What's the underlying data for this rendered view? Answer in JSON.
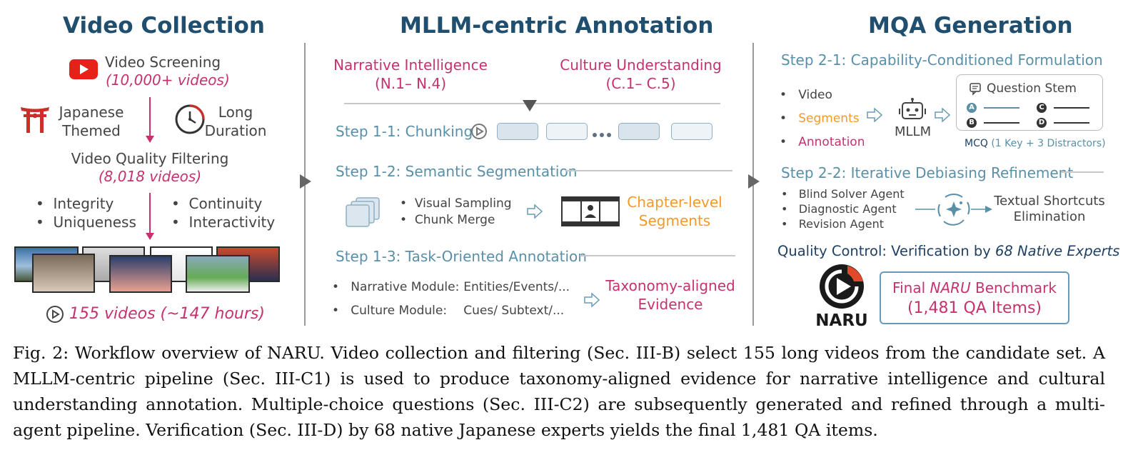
{
  "sections": {
    "video_collection": {
      "title": "Video Collection",
      "screening_label": "Video Screening",
      "screening_count": "(10,000+ videos)",
      "japanese_label": "Japanese Themed",
      "duration_label": "Long Duration",
      "filtering_label": "Video Quality Filtering",
      "filtering_count": "(8,018 videos)",
      "criteria_left": [
        "Integrity",
        "Uniqueness"
      ],
      "criteria_right": [
        "Continuity",
        "Interactivity"
      ],
      "final_count": "155 videos (~147 hours)"
    },
    "annotation": {
      "title": "MLLM-centric Annotation",
      "narrative_label": "Narrative Intelligence",
      "narrative_range": "(N.1– N.4)",
      "culture_label": "Culture Understanding",
      "culture_range": "(C.1– C.5)",
      "step1_label": "Step 1-1: Chunking",
      "step2_label": "Step 1-2: Semantic Segmentation",
      "step2_items": [
        "Visual Sampling",
        "Chunk Merge"
      ],
      "step2_output": "Chapter-level Segments",
      "step3_label": "Step 1-3:  Task-Oriented Annotation",
      "step3_rows": [
        {
          "module": "Narrative Module:",
          "value": "Entities/Events/..."
        },
        {
          "module": "Culture Module:",
          "value": "Cues/ Subtext/..."
        }
      ],
      "step3_output": "Taxonomy-aligned Evidence"
    },
    "mqa": {
      "title": "MQA Generation",
      "step1_label": "Step 2-1: Capability-Conditioned Formulation",
      "inputs": [
        "Video",
        "Segments",
        "Annotation"
      ],
      "mllm_label": "MLLM",
      "question_stem": "Question Stem",
      "options": [
        "A",
        "C",
        "B",
        "D"
      ],
      "mcq_prefix": "MCQ",
      "mcq_detail": "(1 Key + 3 Distractors)",
      "step2_label": "Step 2-2:  Iterative Debiasing Refinement",
      "agents": [
        "Blind Solver Agent",
        "Diagnostic Agent",
        "Revision Agent"
      ],
      "agents_output": "Textual Shortcuts Elimination",
      "qc_prefix": "Quality Control: Verification by ",
      "qc_experts": "68 Native Experts",
      "logo_text": "NARU",
      "final_line1_pre": "Final ",
      "final_line1_em": "NARU",
      "final_line1_post": " Benchmark",
      "final_line2": "(1,481 QA Items)"
    }
  },
  "caption": "Fig. 2: Workflow overview of NARU. Video collection and filtering (Sec. III-B) select 155 long videos from the candidate set. A MLLM-centric pipeline (Sec. III-C1) is used to produce taxonomy-aligned evidence for narrative intelligence and cultural understanding annotation. Multiple-choice questions (Sec. III-C2) are subsequently generated and refined through a multi-agent pipeline. Verification (Sec. III-D) by 68 native Japanese experts yields the final 1,481 QA items.",
  "colors": {
    "title": "#1f4e6e",
    "pink": "#c4336f",
    "orange": "#f39a2b",
    "blue": "#5a8fa8",
    "navy": "#1f3f63"
  },
  "icons": [
    "youtube-icon",
    "torii-gate-icon",
    "clock-icon",
    "play-circle-icon",
    "stack-icon",
    "filmstrip-icon",
    "robot-icon",
    "sparkle-cycle-icon",
    "naru-logo-icon",
    "arrow-right-icon"
  ]
}
